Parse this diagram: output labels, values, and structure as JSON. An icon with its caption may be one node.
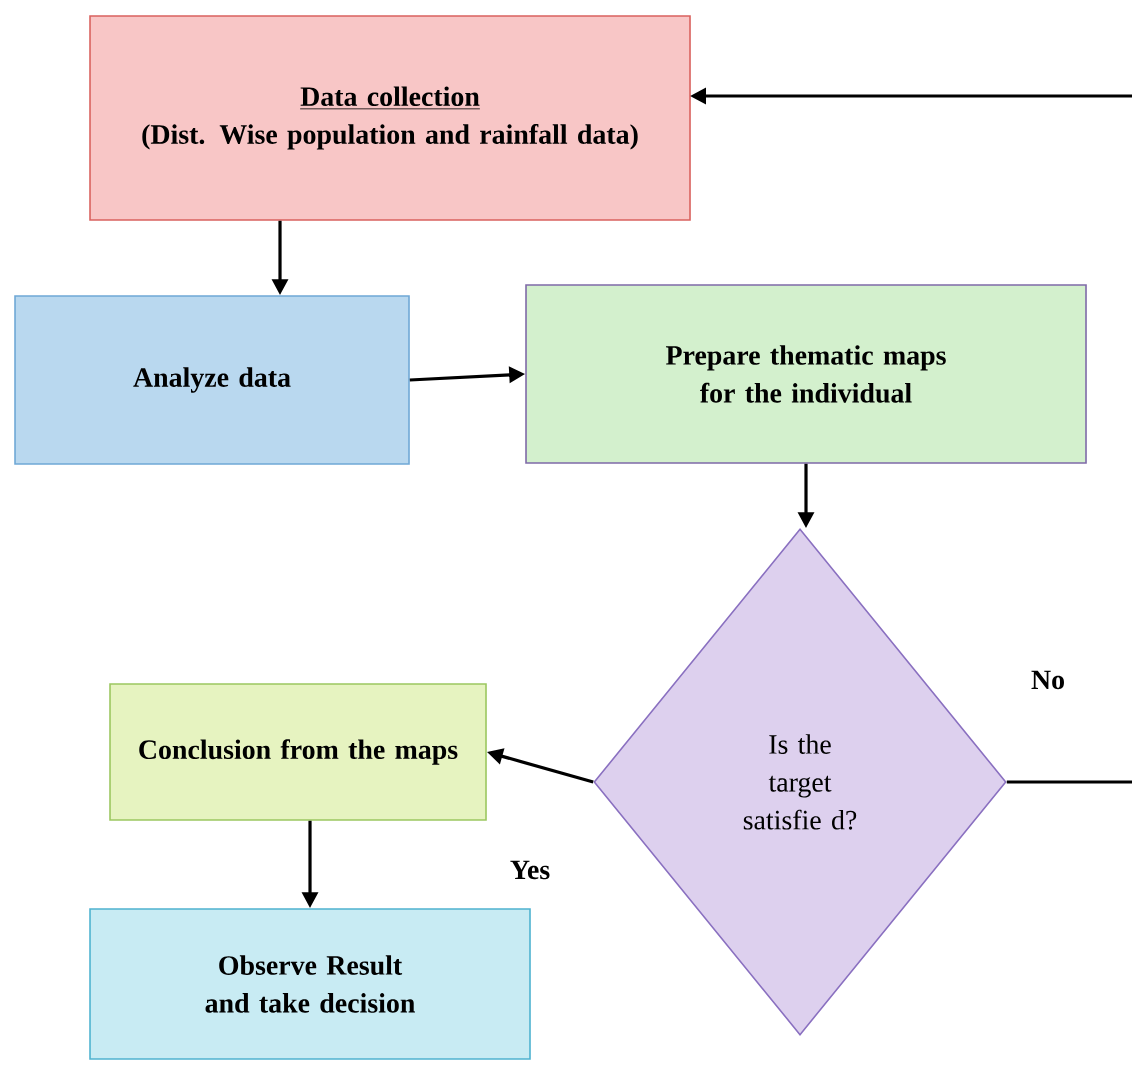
{
  "diagram": {
    "nodes": [
      {
        "text": [
          "Data collection",
          "(Dist. Wise population and rainfall data)"
        ]
      },
      {
        "text": [
          "Analyze data"
        ]
      },
      {
        "text": [
          "Prepare thematic maps for the individual"
        ]
      },
      {
        "text": [
          "Is the target satisfie d?"
        ]
      },
      {
        "text": [
          "Conclusion from the maps"
        ]
      },
      {
        "text": [
          "Observe Result and take decision"
        ]
      }
    ],
    "edges": [
      {
        "from": 0,
        "to": 1,
        "arrow": "to"
      },
      {
        "from": 1,
        "to": 2,
        "arrow": "to"
      },
      {
        "from": 2,
        "to": 3,
        "arrow": "to"
      },
      {
        "from": 3,
        "to": 4,
        "arrow": "to",
        "label": "Yes"
      },
      {
        "from": 4,
        "to": 5,
        "arrow": "to"
      },
      {
        "from": 3,
        "to": 0,
        "arrow": "to",
        "label": "No"
      }
    ]
  }
}
